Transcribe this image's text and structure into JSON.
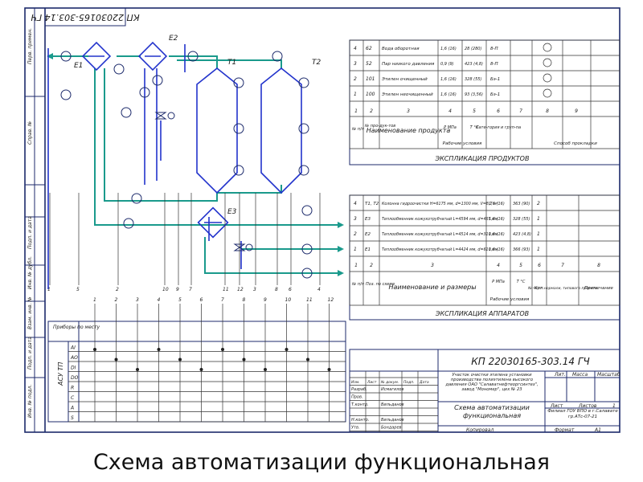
{
  "caption": "Схема автоматизации функциональная",
  "frame": {
    "vertical_code": "КП 22030165-303.14 ГЧ",
    "side_labels": [
      "Перв. примен.",
      "Справ. №",
      "Подп. и дата",
      "Инв. № дубл.",
      "Взам. инв. №",
      "Подп. и дата",
      "Инв. № подл."
    ]
  },
  "products_table": {
    "title": "ЭКСПЛИКАЦИЯ ПРОДУКТОВ",
    "rows": [
      {
        "n": "4",
        "code": "62",
        "name": "Вода оборотная",
        "c4": "1,6 (16)",
        "c5": "28 (280)",
        "c6": "8-П"
      },
      {
        "n": "3",
        "code": "52",
        "name": "Пар низкого давления",
        "c4": "0,9 (9)",
        "c5": "423 (4,8)",
        "c6": "8-П"
      },
      {
        "n": "2",
        "code": "101",
        "name": "Этилен очищенный",
        "c4": "1,6 (16)",
        "c5": "328 (55)",
        "c6": "Бэ-1"
      },
      {
        "n": "1",
        "code": "100",
        "name": "Этилен неочищенный",
        "c4": "1,6 (16)",
        "c5": "93 (3,56)",
        "c6": "Бэ-1"
      }
    ],
    "col_numbers": [
      "1",
      "2",
      "3",
      "4",
      "5",
      "6",
      "7",
      "8",
      "9"
    ],
    "header": {
      "num": "№ п/п",
      "code": "№ про-дук-тов",
      "name": "Наименование продукта",
      "p": "Р МПа",
      "t": "Т °С",
      "cat": "Кате-гория и груп-па",
      "work": "Рабочие условия",
      "ways": "Способ прокладки"
    }
  },
  "apparatus_table": {
    "title": "ЭКСПЛИКАЦИЯ АППАРАТОВ",
    "rows": [
      {
        "n": "4",
        "code": "Т1, Т2",
        "name": "Колонна гидроочистки Н=6175 мм, d=1300 мм, V=8,7 м³",
        "c4": "1,6 (16)",
        "c5": "363 (90)",
        "c6": "2"
      },
      {
        "n": "3",
        "code": "Е3",
        "name": "Теплообменник кожухотрубчатый L=4594 мм, d=465 мм",
        "c4": "1,6 (16)",
        "c5": "328 (55)",
        "c6": "1"
      },
      {
        "n": "2",
        "code": "Е2",
        "name": "Теплообменник кожухотрубчатый L=4514 мм, d=310 мм",
        "c4": "1,6 (16)",
        "c5": "423 (4,8)",
        "c6": "1"
      },
      {
        "n": "1",
        "code": "Е1",
        "name": "Теплообменник кожухотрубчатый L=4424 мм, d=610 мм",
        "c4": "1,6 (16)",
        "c5": "366 (93)",
        "c6": "1"
      }
    ],
    "col_numbers": [
      "1",
      "2",
      "3",
      "4",
      "5",
      "6",
      "7",
      "8"
    ],
    "header": {
      "num": "№ п/п",
      "pos": "Поз. по схеме",
      "name": "Наименование и размеры",
      "p": "Р МПа",
      "t": "Т °С",
      "qty": "Кол.",
      "draw": "№ черт. нормали, типового проекта",
      "note": "Примечание",
      "work": "Рабочие условия"
    }
  },
  "title_block": {
    "code": "КП 22030165-303.14 ГЧ",
    "description": "Участок очистки этилена установки производства полиэтилена высокого давления ОАО \"Салаватнефтеоргсинтез\", завод \"Мономер\", цех № 23",
    "drawing_name": "Схема автоматизации функциональная",
    "org": "Филиал ГОУ ВПО в г.Салавате гр.АТс-07-21",
    "headers": {
      "izm": "Изм.",
      "list": "Лист",
      "ndoc": "№ докум.",
      "podp": "Подп.",
      "date": "Дата",
      "lit": "Лит.",
      "mass": "Масса",
      "scale": "Масштаб",
      "sheet": "Лист",
      "sheets": "Листов"
    },
    "sheets_value": "1",
    "roles": [
      {
        "role": "Разраб.",
        "name": "Исмагилов"
      },
      {
        "role": "Пров.",
        "name": ""
      },
      {
        "role": "Т.контр.",
        "name": "Вильданов"
      },
      {
        "role": "",
        "name": ""
      },
      {
        "role": "Н.контр.",
        "name": "Вильданов"
      },
      {
        "role": "Утв.",
        "name": "Бондарев"
      }
    ],
    "copied": "Копировал",
    "format_label": "Формат",
    "format_value": "А1"
  },
  "instruments_block": {
    "label": "Приборы по месту",
    "acu_label": "АСУ ТП",
    "row_labels": [
      "AI",
      "AO",
      "DI",
      "DO",
      "R",
      "C",
      "A",
      "S"
    ],
    "loop_numbers": [
      "1",
      "2",
      "3",
      "4",
      "5",
      "6",
      "7",
      "8",
      "9",
      "10",
      "11",
      "12"
    ]
  },
  "scheme": {
    "equipment": [
      {
        "tag": "Е1"
      },
      {
        "tag": "Е2"
      },
      {
        "tag": "Т1"
      },
      {
        "tag": "Т2"
      },
      {
        "tag": "Е3"
      }
    ],
    "bottom_line_numbers": [
      "1",
      "5",
      "2",
      "10",
      "9",
      "7",
      "11",
      "12",
      "3",
      "8",
      "6",
      "4"
    ],
    "colors": {
      "frame": "#1c2a6b",
      "process": "#1a9a8c",
      "equipment": "#2233cc"
    }
  }
}
